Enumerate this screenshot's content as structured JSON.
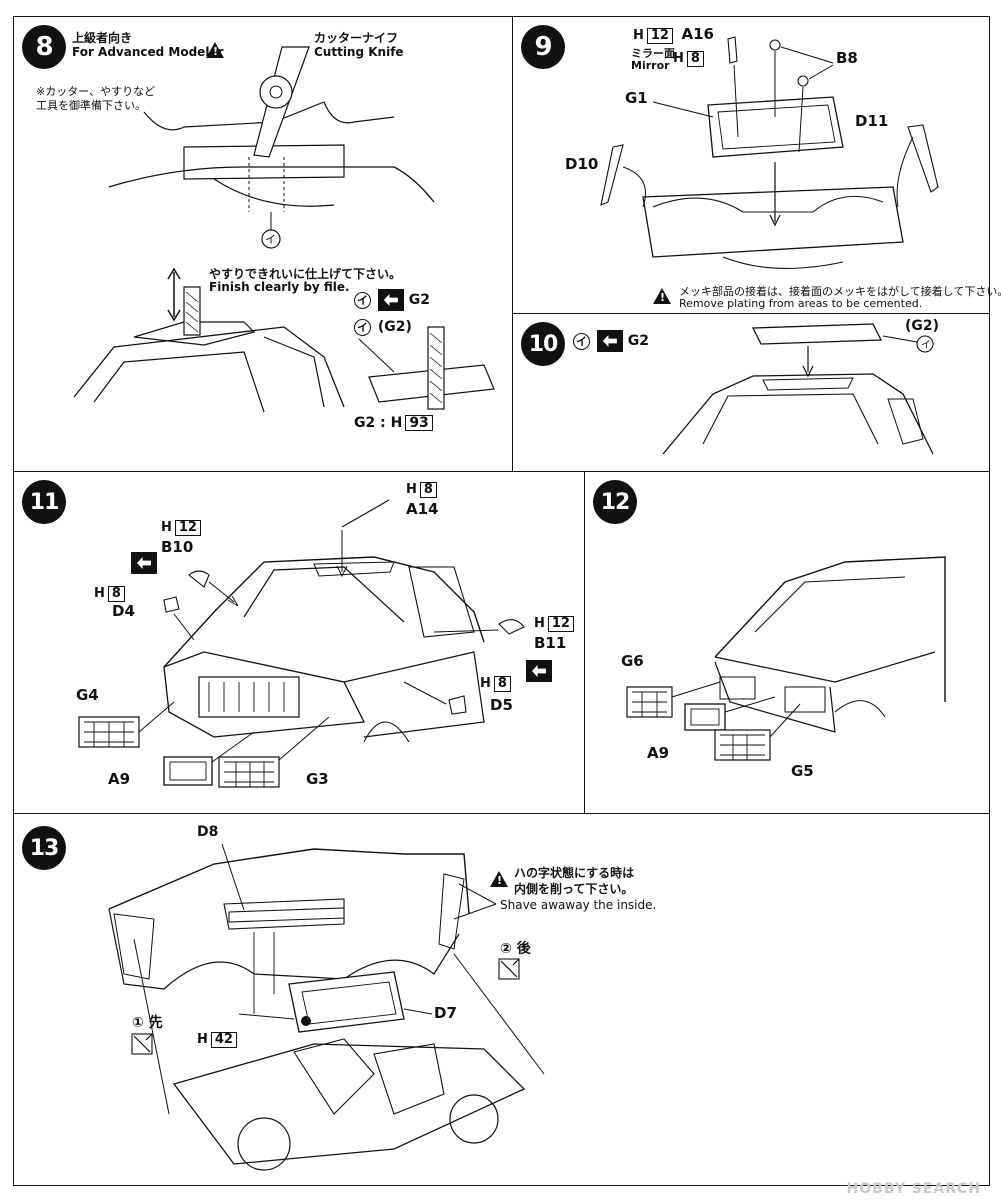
{
  "steps": {
    "s8": {
      "num": "8",
      "advanced_jp": "上級者向き",
      "advanced_en": "For Advanced Modelor",
      "knife_jp": "カッターナイフ",
      "knife_en": "Cutting Knife",
      "tools_jp_1": "※カッター、やすりなど",
      "tools_jp_2": "工具を御準備下さい。",
      "circle_i": "イ",
      "file_jp": "やすりできれいに仕上げて下さい。",
      "file_en": "Finish clearly by file.",
      "part_g2": "G2",
      "part_g2_paren": "(G2)",
      "color_g2_prefix": "G2",
      "color_h": "H",
      "color_h_val": "93"
    },
    "s9": {
      "num": "9",
      "h12_h": "H",
      "h12_val": "12",
      "a16": "A16",
      "mirror_jp": "ミラー面",
      "mirror_en": "Mirror",
      "h8_h": "H",
      "h8_val": "8",
      "b8": "B8",
      "g1": "G1",
      "d11": "D11",
      "d10": "D10",
      "plating_jp": "メッキ部品の接着は、接着面のメッキをはがして接着して下さい。",
      "plating_en": "Remove plating from areas to be cemented."
    },
    "s10": {
      "num": "10",
      "circle_i": "イ",
      "g2": "G2",
      "g2_paren": "(G2)"
    },
    "s11": {
      "num": "11",
      "a14_h": "H",
      "a14_hval": "8",
      "a14": "A14",
      "b10_h": "H",
      "b10_hval": "12",
      "b10": "B10",
      "d4_h": "H",
      "d4_hval": "8",
      "d4": "D4",
      "b11_h": "H",
      "b11_hval": "12",
      "b11": "B11",
      "d5_h": "H",
      "d5_hval": "8",
      "d5": "D5",
      "g4": "G4",
      "a9": "A9",
      "g3": "G3"
    },
    "s12": {
      "num": "12",
      "g6": "G6",
      "a9": "A9",
      "g5": "G5"
    },
    "s13": {
      "num": "13",
      "d8": "D8",
      "shave_jp_1": "ハの字状態にする時は",
      "shave_jp_2": "内側を削って下さい。",
      "shave_en": "Shave awaway the inside.",
      "step2_circle": "②",
      "step2_jp": "後",
      "step1_circle": "①",
      "step1_jp": "先",
      "d7": "D7",
      "h42_h": "H",
      "h42_val": "42"
    }
  },
  "watermark": "HOBBY SEARCH",
  "colors": {
    "ink": "#111111",
    "paper": "#ffffff"
  }
}
